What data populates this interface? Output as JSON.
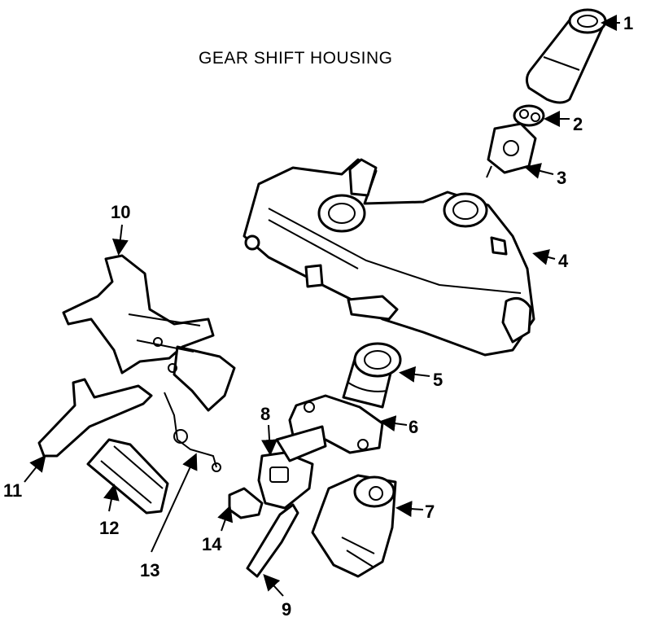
{
  "title": "GEAR SHIFT HOUSING",
  "callouts": [
    {
      "id": "1",
      "label": "1"
    },
    {
      "id": "2",
      "label": "2"
    },
    {
      "id": "3",
      "label": "3"
    },
    {
      "id": "4",
      "label": "4"
    },
    {
      "id": "5",
      "label": "5"
    },
    {
      "id": "6",
      "label": "6"
    },
    {
      "id": "7",
      "label": "7"
    },
    {
      "id": "8",
      "label": "8"
    },
    {
      "id": "9",
      "label": "9"
    },
    {
      "id": "10",
      "label": "10"
    },
    {
      "id": "11",
      "label": "11"
    },
    {
      "id": "12",
      "label": "12"
    },
    {
      "id": "13",
      "label": "13"
    },
    {
      "id": "14",
      "label": "14"
    }
  ]
}
